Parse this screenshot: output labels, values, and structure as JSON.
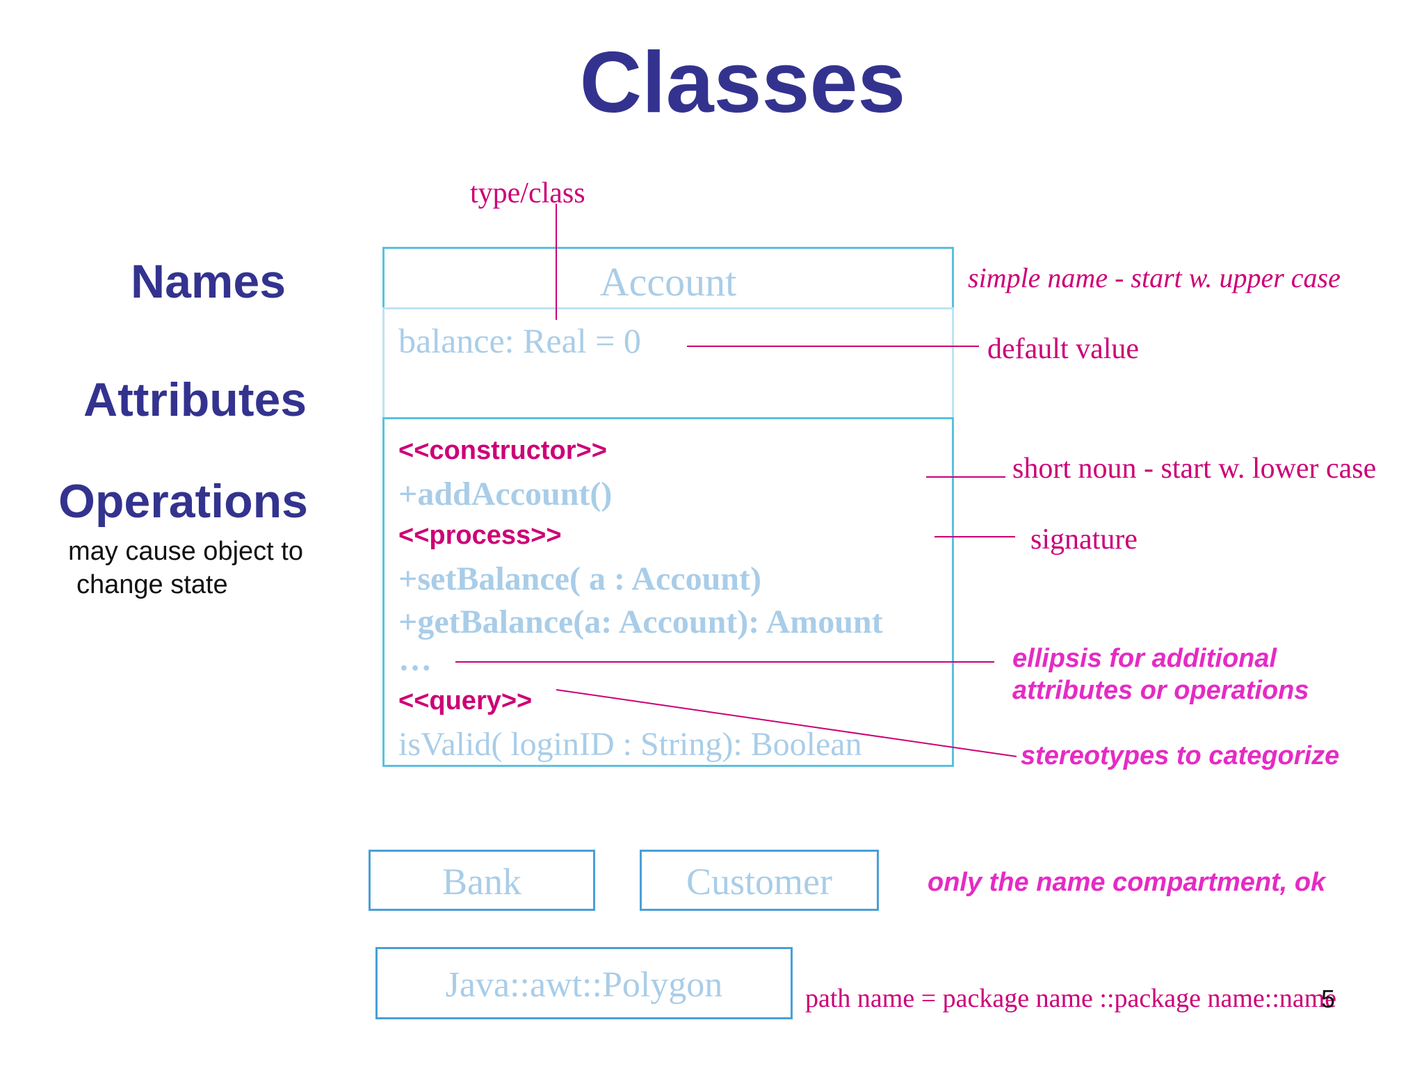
{
  "title": "Classes",
  "sections": {
    "names": "Names",
    "attributes": "Attributes",
    "operations": "Operations",
    "operations_note_line1": "may cause object to",
    "operations_note_line2": "change state"
  },
  "account_class": {
    "name": "Account",
    "attribute": "balance: Real = 0",
    "operations": [
      {
        "text": "<<constructor>>",
        "kind": "stereotype"
      },
      {
        "text": "+addAccount()",
        "kind": "operation"
      },
      {
        "text": "<<process>>",
        "kind": "stereotype"
      },
      {
        "text": "+setBalance( a : Account)",
        "kind": "operation"
      },
      {
        "text": "+getBalance(a: Account): Amount",
        "kind": "operation"
      },
      {
        "text": "…",
        "kind": "ellipsis"
      },
      {
        "text": "<<query>>",
        "kind": "stereotype"
      },
      {
        "text": "isValid( loginID : String): Boolean",
        "kind": "plain"
      }
    ]
  },
  "annotations": {
    "type_class": "type/class",
    "simple_name": "simple name - start w. upper case",
    "default_value": "default value",
    "short_noun": "short noun - start w. lower case",
    "signature": "signature",
    "ellipsis_line1": "ellipsis for additional",
    "ellipsis_line2": "attributes or operations",
    "stereotypes": "stereotypes to categorize",
    "name_only": "only the name compartment, ok",
    "path_name": "path name = package name ::package name::name"
  },
  "other_classes": {
    "bank": "Bank",
    "customer": "Customer",
    "polygon": "Java::awt::Polygon"
  },
  "page_number": "5",
  "colors": {
    "heading": "#33338f",
    "annotation": "#cc0077",
    "annotation_bright": "#e52bc4",
    "uml_text": "#a9cde8",
    "uml_border": "#5bc0e0"
  }
}
